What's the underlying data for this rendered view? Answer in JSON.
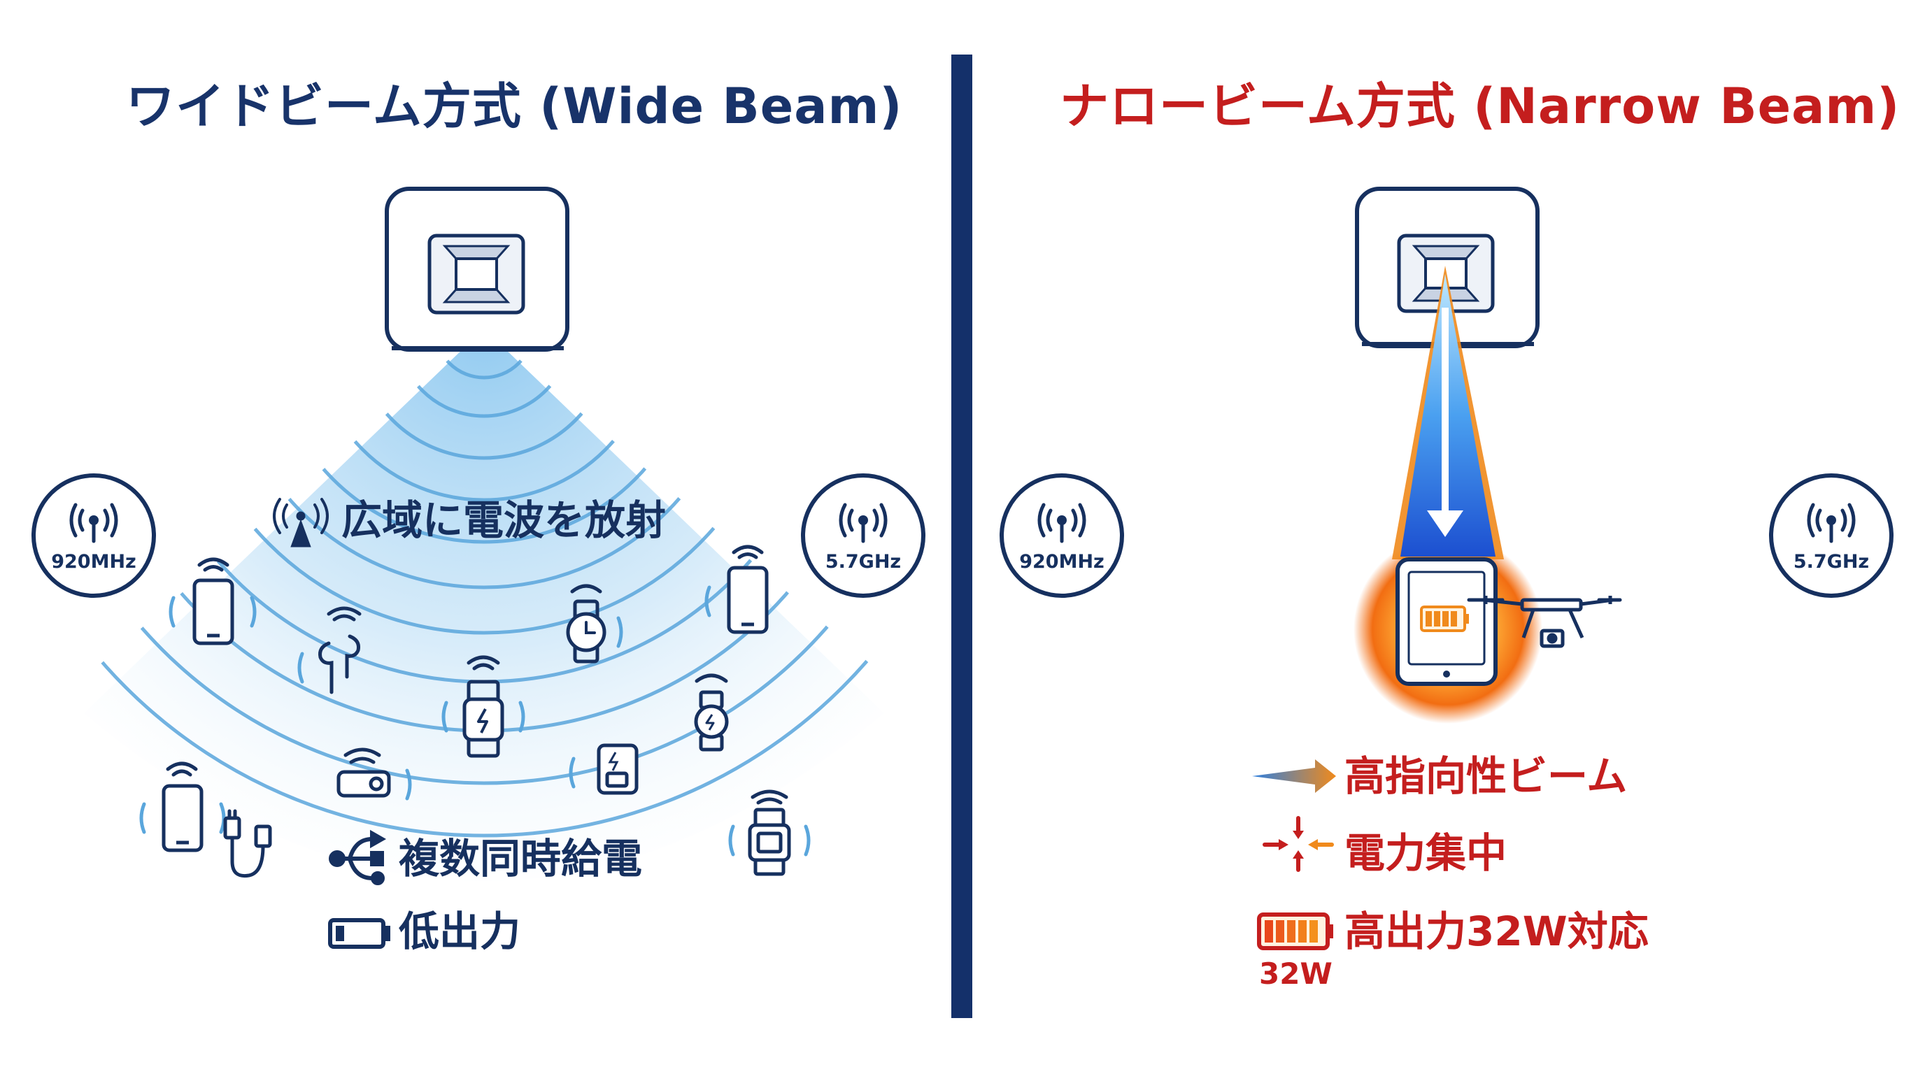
{
  "left": {
    "title": "ワイドビーム方式 (Wide Beam)",
    "wave_caption": "広域に電波を放射",
    "multi_label": "複数同時給電",
    "low_power_label": "低出力",
    "band_left": "920MHz",
    "band_right": "5.7GHz"
  },
  "right": {
    "title": "ナロービーム方式 (Narrow Beam)",
    "beam_label": "高指向性ビーム",
    "focus_label": "電力集中",
    "output_label": "高出力32W対応",
    "battery_label": "32W",
    "band_left": "920MHz",
    "band_right": "5.7GHz"
  },
  "colors": {
    "navy": "#16305f",
    "red": "#c41e1e",
    "orange": "#f08a1c",
    "wave_blue": "#5aa6dc"
  }
}
